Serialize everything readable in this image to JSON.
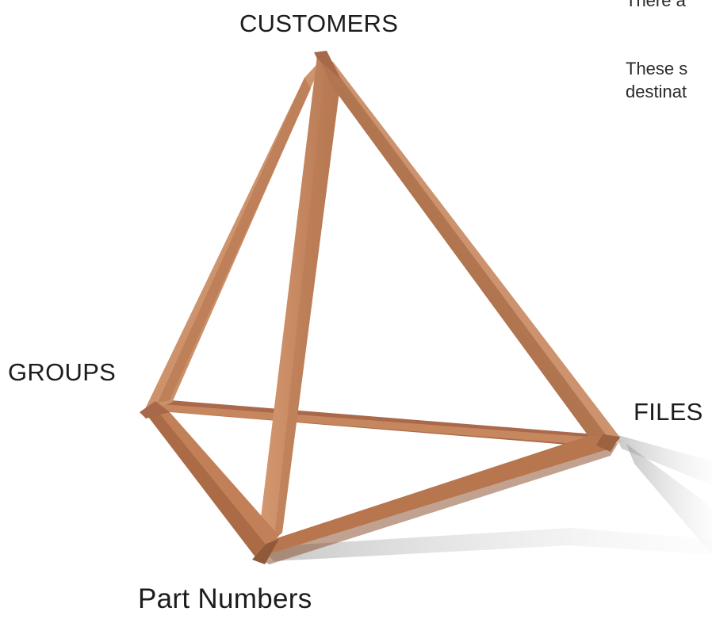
{
  "labels": {
    "top": "CUSTOMERS",
    "left": "GROUPS",
    "right": "FILES",
    "bottom": "Part Numbers"
  },
  "side_text": {
    "line_0": "There a",
    "line_1": "These s",
    "line_2": "destinat"
  },
  "colors": {
    "wood_light": "#d9a27c",
    "wood_mid": "#c5875f",
    "wood_dark": "#8e5634",
    "shadow": "#bdbdbd"
  }
}
